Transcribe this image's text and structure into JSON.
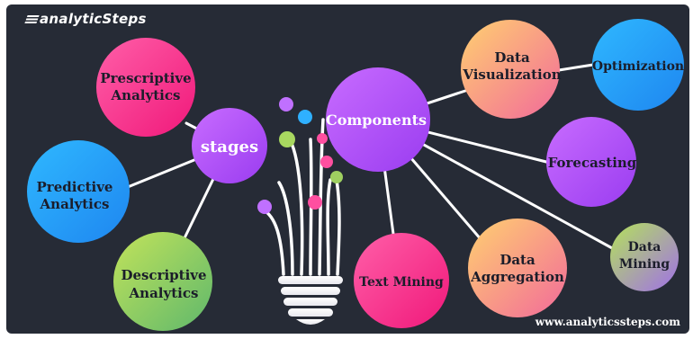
{
  "brand": {
    "logo_text": "analyticSteps"
  },
  "diagram": {
    "hub_stages": "stages",
    "hub_components": "Components",
    "stages": {
      "prescriptive": [
        "Prescriptive",
        "Analytics"
      ],
      "predictive": [
        "Predictive",
        "Analytics"
      ],
      "descriptive": [
        "Descriptive",
        "Analytics"
      ]
    },
    "components": {
      "data_visualization": [
        "Data",
        "Visualization"
      ],
      "optimization": [
        "Optimization"
      ],
      "forecasting": [
        "Forecasting"
      ],
      "data_mining": [
        "Data",
        "Mining"
      ],
      "data_aggregation": [
        "Data",
        "Aggregation"
      ],
      "text_mining": [
        "Text Mining"
      ]
    }
  },
  "footer": {
    "url": "www.analyticssteps.com"
  }
}
